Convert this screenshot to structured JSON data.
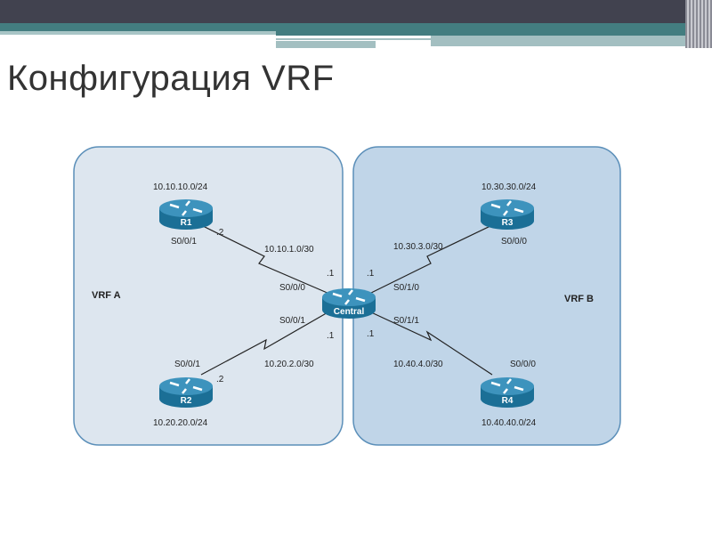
{
  "title": "Конфигурация VRF",
  "zones": {
    "a": "VRF A",
    "b": "VRF B"
  },
  "routers": {
    "r1": "R1",
    "r2": "R2",
    "r3": "R3",
    "r4": "R4",
    "central": "Central"
  },
  "networks": {
    "r1_lan": "10.10.10.0/24",
    "r2_lan": "10.20.20.0/24",
    "r3_lan": "10.30.30.0/24",
    "r4_lan": "10.40.40.0/24",
    "link1": "10.10.1.0/30",
    "link2": "10.20.2.0/30",
    "link3": "10.30.3.0/30",
    "link4": "10.40.4.0/30"
  },
  "interfaces": {
    "r1": "S0/0/1",
    "r2": "S0/0/1",
    "r3": "S0/0/0",
    "r4": "S0/0/0",
    "c_r1": "S0/0/0",
    "c_r2": "S0/0/1",
    "c_r3": "S0/1/0",
    "c_r4": "S0/1/1"
  },
  "hosts": {
    "r1": ".2",
    "r2": ".2",
    "c1": ".1",
    "c2": ".1",
    "c3": ".1",
    "c4": ".1"
  }
}
